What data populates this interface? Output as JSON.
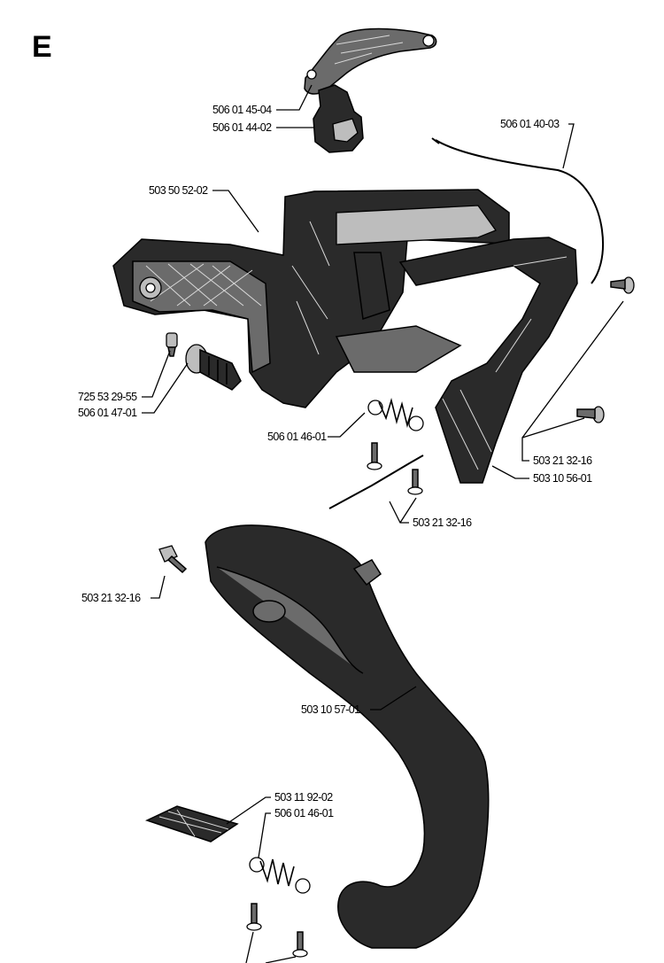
{
  "section_letter": "E",
  "labels": {
    "p1": "506 01 45-04",
    "p2": "506 01 44-02",
    "p3": "506 01 40-03",
    "p4": "503 50 52-02",
    "p5": "725 53 29-55",
    "p6": "506 01 47-01",
    "p7": "506 01 46-01",
    "p8": "503 21 32-16",
    "p9": "503 10 56-01",
    "p10": "503 21 32-16",
    "p11": "503 21 32-16",
    "p12": "503 10 57-01",
    "p13": "503 11 92-02",
    "p14": "506 01 46-01"
  }
}
